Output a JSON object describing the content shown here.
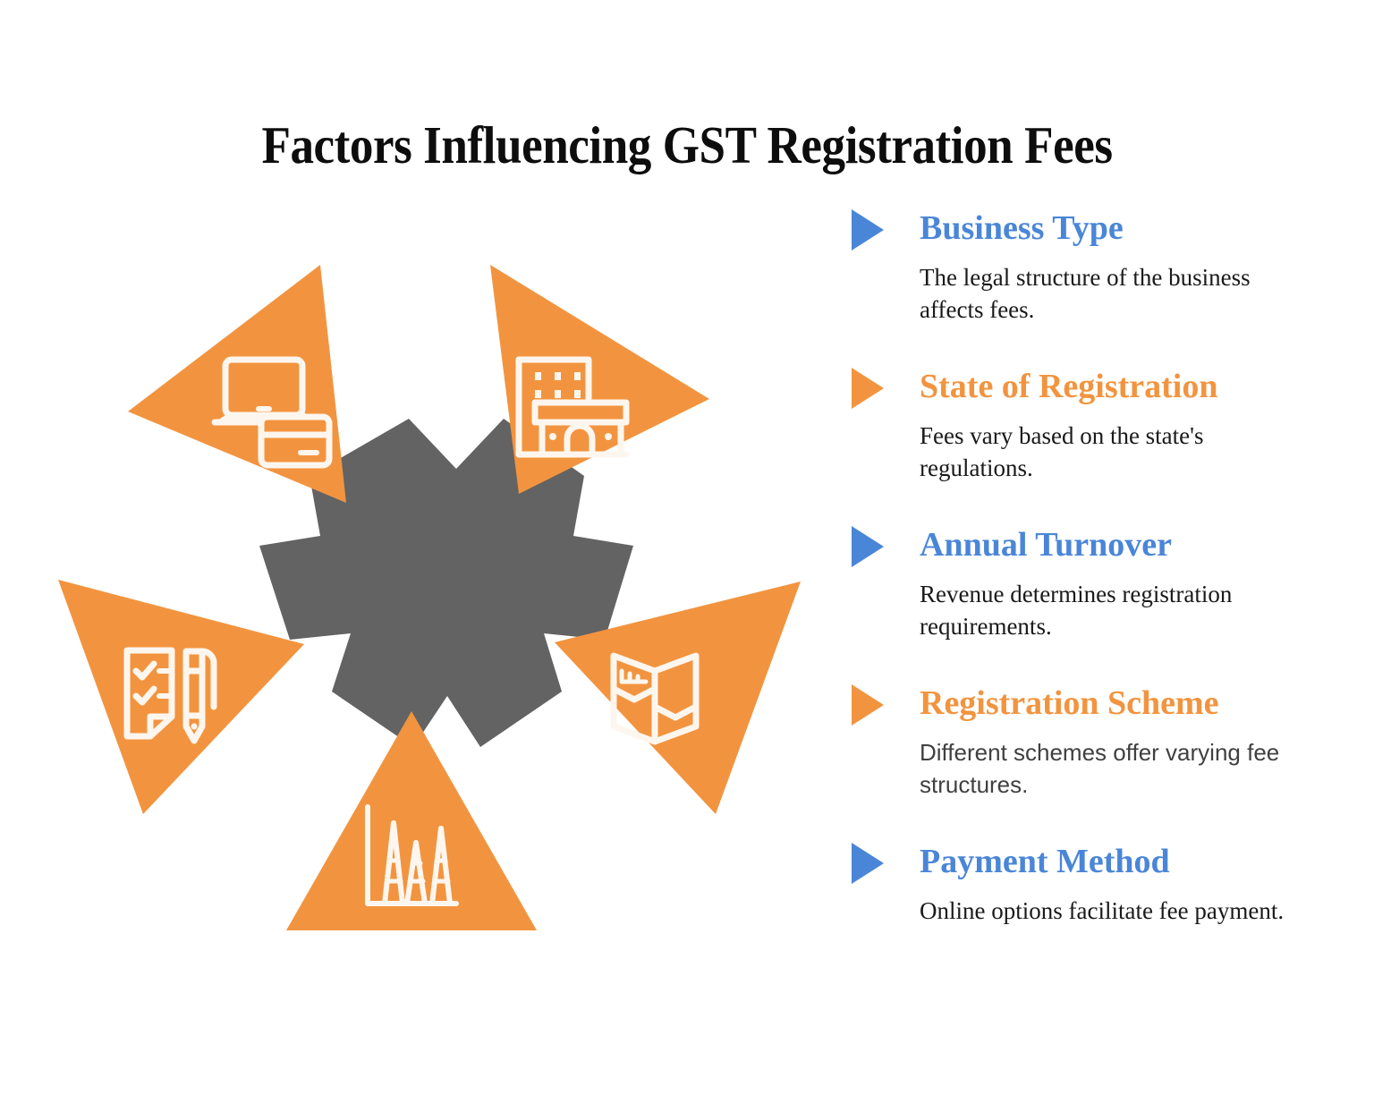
{
  "title": "Factors Influencing GST Registration Fees",
  "colors": {
    "orange": "#f2943f",
    "blue": "#4a86d8",
    "gray": "#636363",
    "background": "#ffffff",
    "icon_stroke": "#fdf6ee"
  },
  "diagram": {
    "center_shape": "pentagon",
    "center_shape_color": "#636363",
    "segments": [
      {
        "position": "top-left",
        "icon": "laptop-credit-card-icon",
        "label": "Payment Method"
      },
      {
        "position": "top-right",
        "icon": "building-storefront-icon",
        "label": "Business Type"
      },
      {
        "position": "left",
        "icon": "checklist-pen-icon",
        "label": "Registration Scheme"
      },
      {
        "position": "right",
        "icon": "folded-map-icon",
        "label": "State of Registration"
      },
      {
        "position": "bottom",
        "icon": "bar-chart-icon",
        "label": "Annual Turnover"
      }
    ]
  },
  "factors": [
    {
      "title": "Business Type",
      "description": "The legal structure of the business affects fees.",
      "accent": "blue",
      "marker": "triangle-right-icon"
    },
    {
      "title": "State of Registration",
      "description": "Fees vary based on the state's regulations.",
      "accent": "orange",
      "marker": "triangle-right-icon"
    },
    {
      "title": "Annual Turnover",
      "description": "Revenue determines registration requirements.",
      "accent": "blue",
      "marker": "triangle-right-icon"
    },
    {
      "title": "Registration Scheme",
      "description": "Different schemes offer varying fee structures.",
      "accent": "orange",
      "marker": "triangle-right-icon"
    },
    {
      "title": "Payment Method",
      "description": "Online options facilitate fee payment.",
      "accent": "blue",
      "marker": "triangle-right-icon"
    }
  ]
}
